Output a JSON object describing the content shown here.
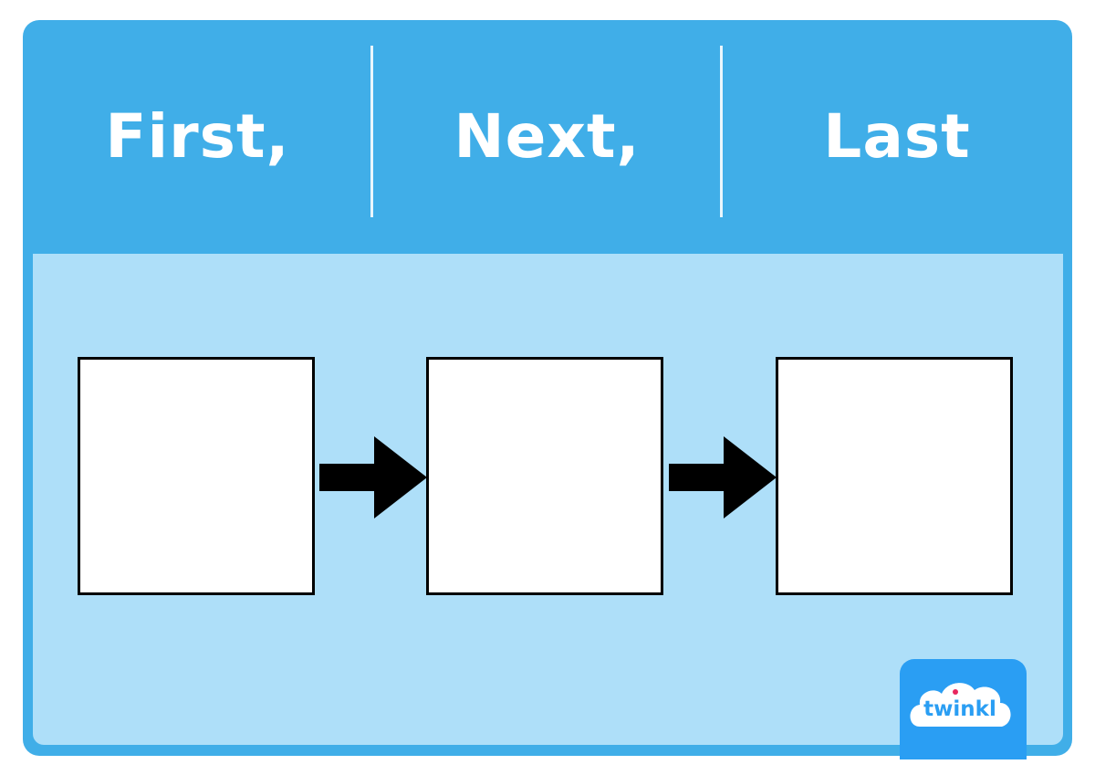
{
  "header": {
    "steps": [
      "First,",
      "Next,",
      "Last"
    ]
  },
  "logo": {
    "text": "twinkl",
    "icon": "twinkl-cloud-logo-icon"
  },
  "colors": {
    "header_blue": "#40aee8",
    "panel_blue": "#aedff9",
    "logo_blue": "#2a9ef3",
    "box_fill": "#ffffff",
    "arrow": "#000000"
  }
}
